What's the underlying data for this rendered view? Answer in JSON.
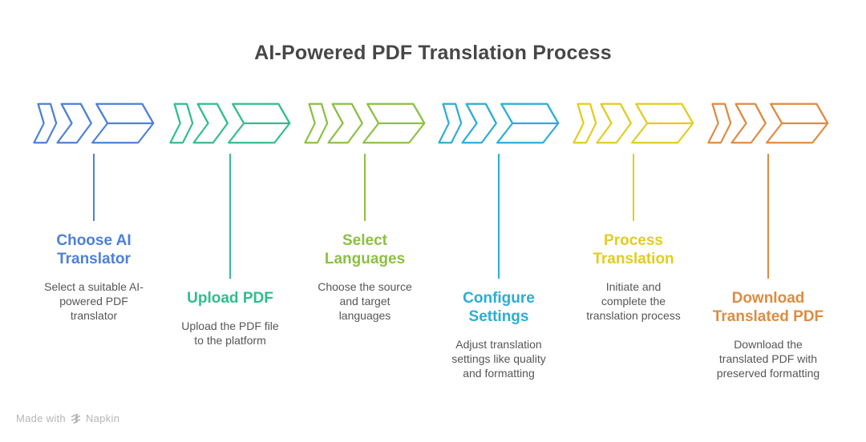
{
  "header": {
    "title": "AI-Powered PDF Translation Process"
  },
  "steps": [
    {
      "title": "Choose AI\nTranslator",
      "description": "Select a suitable AI-\npowered PDF\ntranslator",
      "color": "#4d80d8"
    },
    {
      "title": "Upload PDF",
      "description": "Upload the PDF file\nto the platform",
      "color": "#30bd8e"
    },
    {
      "title": "Select\nLanguages",
      "description": "Choose the source\nand target\nlanguages",
      "color": "#8cc043"
    },
    {
      "title": "Configure\nSettings",
      "description": "Adjust translation\nsettings like quality\nand formatting",
      "color": "#2badd6"
    },
    {
      "title": "Process\nTranslation",
      "description": "Initiate and\ncomplete the\ntranslation process",
      "color": "#e3cc20"
    },
    {
      "title": "Download\nTranslated PDF",
      "description": "Download the\ntranslated PDF with\npreserved formatting",
      "color": "#df8b3f"
    }
  ],
  "footer": {
    "made_with": "Made with",
    "brand": "Napkin"
  },
  "colors": {
    "heading_text": "#474747",
    "description_text": "#565656",
    "footer_text": "#b5b5b5"
  }
}
